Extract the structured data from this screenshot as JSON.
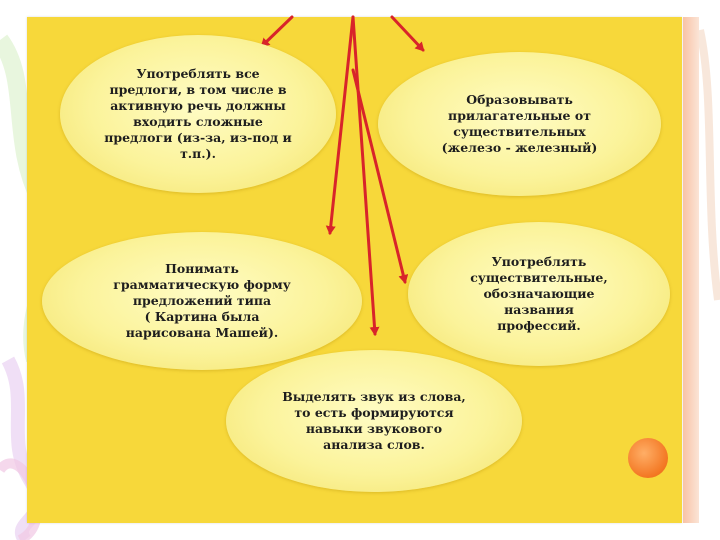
{
  "diagram": {
    "nodes": [
      {
        "id": "prepositions",
        "text": "Употреблять все\nпредлоги, в том числе в\nактивную речь должны\nвходить сложные\nпредлоги (из-за, из-под и\nт.п.)."
      },
      {
        "id": "adjectives",
        "text": "Образовывать\nприлагательные от\nсуществительных\n(железо - железный)"
      },
      {
        "id": "grammar",
        "text": "Понимать\nграмматическую форму\nпредложений типа\n( Картина была\nнарисована Машей)."
      },
      {
        "id": "professions",
        "text": "Употреблять\nсуществительные,\nобозначающие\nназвания\nпрофессий."
      },
      {
        "id": "sound",
        "text": "Выделять звук из слова,\nто есть формируются\nнавыки звукового\nанализа слов."
      }
    ]
  },
  "colors": {
    "panel": "#f7d83a",
    "ellipse": "#fbf39a",
    "arrow": "#d8242a",
    "text": "#1e1e1e",
    "accent_dot": "#f37722"
  }
}
